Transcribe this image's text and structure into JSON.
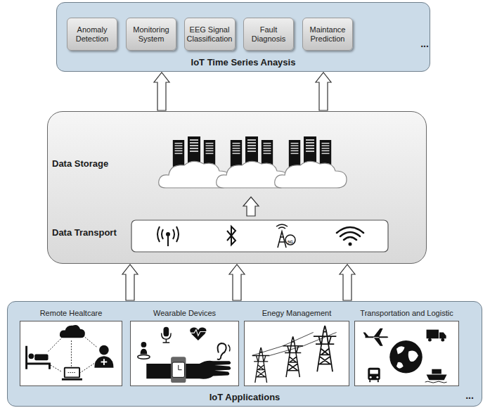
{
  "diagram": {
    "nodes": [
      {
        "text": [
          "IoT Time Series Anaysis"
        ]
      },
      {
        "text": [
          "Anomaly Detection"
        ],
        "in": 0
      },
      {
        "text": [
          "Monitoring System"
        ],
        "in": 0
      },
      {
        "text": [
          "EEG Signal Classification"
        ],
        "in": 0
      },
      {
        "text": [
          "Fault Diagnosis"
        ],
        "in": 0
      },
      {
        "text": [
          "Maintance Prediction"
        ],
        "in": 0
      },
      {
        "text": [
          "Data Storage",
          "Data Transport"
        ]
      },
      {
        "text": [
          "IoT Applications"
        ]
      },
      {
        "text": [
          "Remote Healtcare"
        ],
        "in": 7
      },
      {
        "text": [
          "Wearable Devices"
        ],
        "in": 7
      },
      {
        "text": [
          "Enegy Management"
        ],
        "in": 7
      },
      {
        "text": [
          "Transportation and Logistic"
        ],
        "in": 7
      }
    ],
    "edges": [
      {
        "from": 7,
        "to": 6,
        "arrow": "to"
      },
      {
        "from": 7,
        "to": 6,
        "arrow": "to"
      },
      {
        "from": 7,
        "to": 6,
        "arrow": "to"
      },
      {
        "from": 6,
        "to": 0,
        "arrow": "to"
      },
      {
        "from": 6,
        "to": 0,
        "arrow": "to"
      }
    ],
    "labels": [
      "...",
      "5G",
      "..."
    ]
  }
}
